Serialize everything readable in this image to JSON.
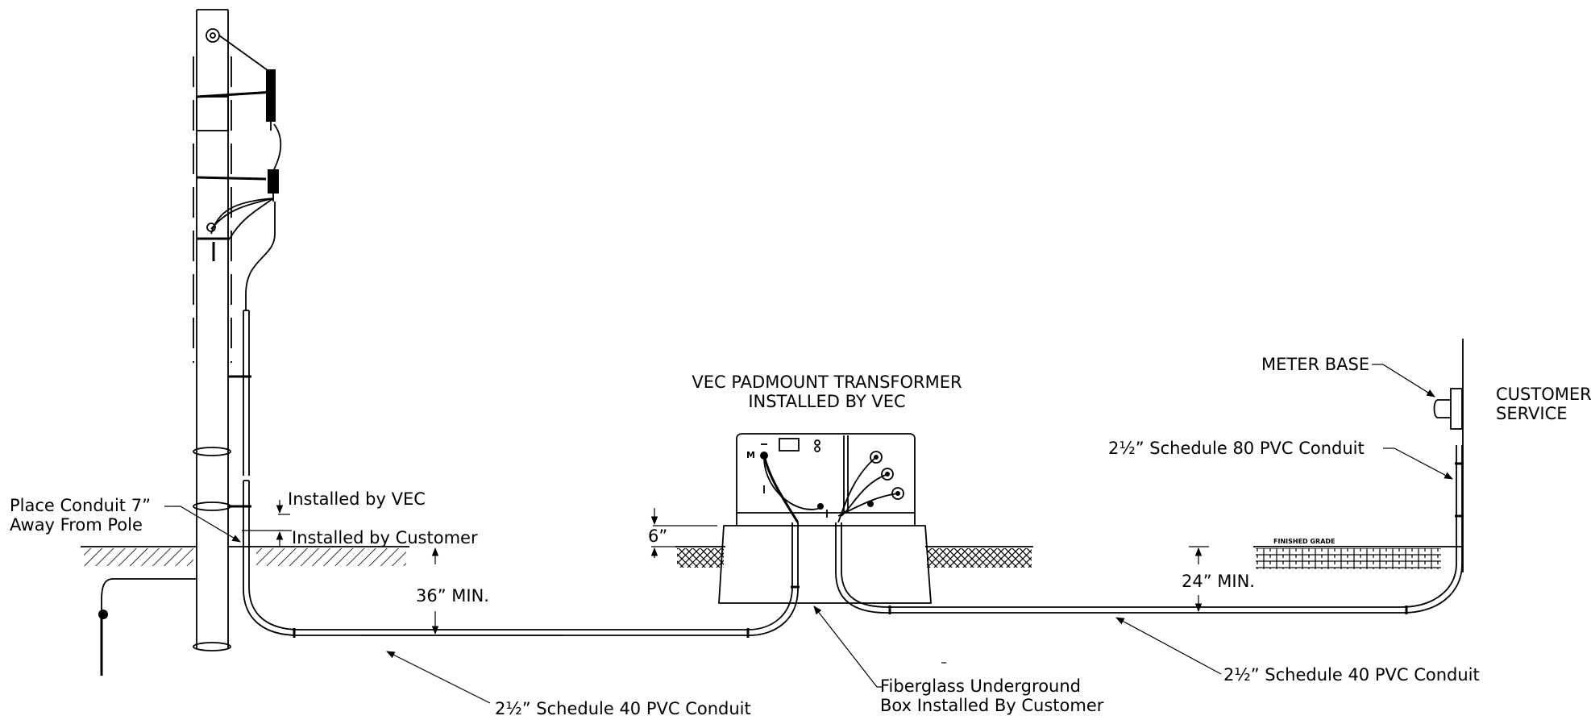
{
  "labels": {
    "place_conduit_line1": "Place Conduit 7”",
    "place_conduit_line2": "Away From Pole",
    "installed_by_vec": "Installed by VEC",
    "installed_by_customer": "Installed by Customer",
    "min_36": "36” MIN.",
    "conduit_left": "2½” Schedule 40 PVC Conduit",
    "transformer_line1": "VEC PADMOUNT TRANSFORMER",
    "transformer_line2": "INSTALLED BY VEC",
    "six_inch": "6”",
    "fiberglass_line1": "Fiberglass Underground",
    "fiberglass_line2": "Box Installed By Customer",
    "conduit_right": "2½” Schedule 40 PVC Conduit",
    "min_24": "24” MIN.",
    "finished_grade": "FINISHED GRADE",
    "meter_base": "METER BASE",
    "conduit_80": "2½” Schedule 80 PVC Conduit",
    "customer_service_line1": "CUSTOMER",
    "customer_service_line2": "SERVICE"
  },
  "colors": {
    "line": "#000000",
    "background": "#ffffff"
  }
}
